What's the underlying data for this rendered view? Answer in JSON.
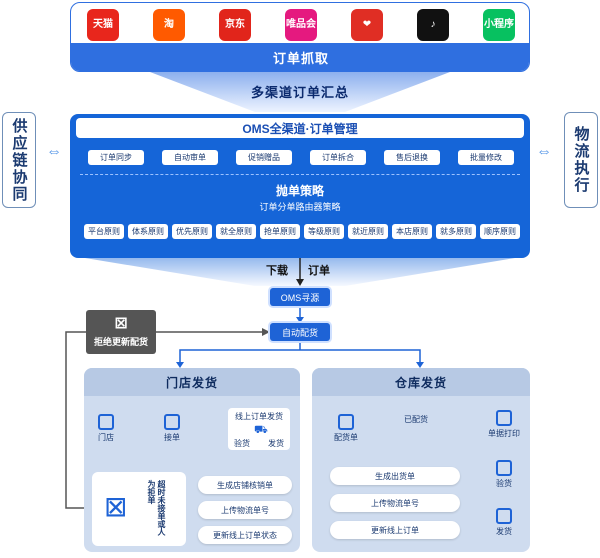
{
  "platforms": {
    "logos": [
      {
        "name": "tmall",
        "text": "天猫",
        "color": "#e8261c"
      },
      {
        "name": "taobao",
        "text": "淘",
        "color": "#ff5a00"
      },
      {
        "name": "jd",
        "text": "京东",
        "color": "#e1251b"
      },
      {
        "name": "vip",
        "text": "唯品会",
        "color": "#e5197f"
      },
      {
        "name": "pinduoduo",
        "text": "❤",
        "color": "#e02e24"
      },
      {
        "name": "douyin",
        "text": "♪",
        "color": "#111111"
      },
      {
        "name": "miniprogram",
        "text": "小程序",
        "color": "#07c160"
      }
    ],
    "bar_label": "订单抓取"
  },
  "funnel_label": "多渠道订单汇总",
  "side_left": "供应链协同",
  "side_right": "物流执行",
  "oms": {
    "title": "OMS全渠道·订单管理",
    "functions": [
      "订单同步",
      "自动审单",
      "促销赠品",
      "订单拆合",
      "售后退换",
      "批量修改"
    ],
    "strategy_title": "抛单策略",
    "strategy_sub": "订单分单路由器策略",
    "rules": [
      "平台原则",
      "体系原则",
      "优先原则",
      "就全原则",
      "抢单原则",
      "等级原则",
      "就近原则",
      "本店原则",
      "就多原则",
      "顺序原则"
    ]
  },
  "flow": {
    "download": "下载",
    "order": "订单",
    "oms_source": "OMS寻源",
    "auto_dispatch": "自动配货",
    "reject": "拒绝更新配货"
  },
  "store": {
    "title": "门店发货",
    "icons": {
      "store": "门店",
      "accept": "接单",
      "check": "验货",
      "ship": "发货"
    },
    "online_label": "线上订单发货",
    "unaccepted": "超时未接单或人为拒单",
    "buttons": [
      "生成店铺核销单",
      "上传物流单号",
      "更新线上订单状态"
    ]
  },
  "warehouse": {
    "title": "仓库发货",
    "icons": {
      "dispatch": "配货单",
      "print": "单据打印",
      "check": "验货",
      "ship": "发货"
    },
    "arrow_label": "已配货",
    "buttons": [
      "生成出货单",
      "上传物流单号",
      "更新线上订单"
    ]
  },
  "colors": {
    "primary": "#1565d8",
    "panel": "#cfdcef",
    "reject": "#555555"
  }
}
